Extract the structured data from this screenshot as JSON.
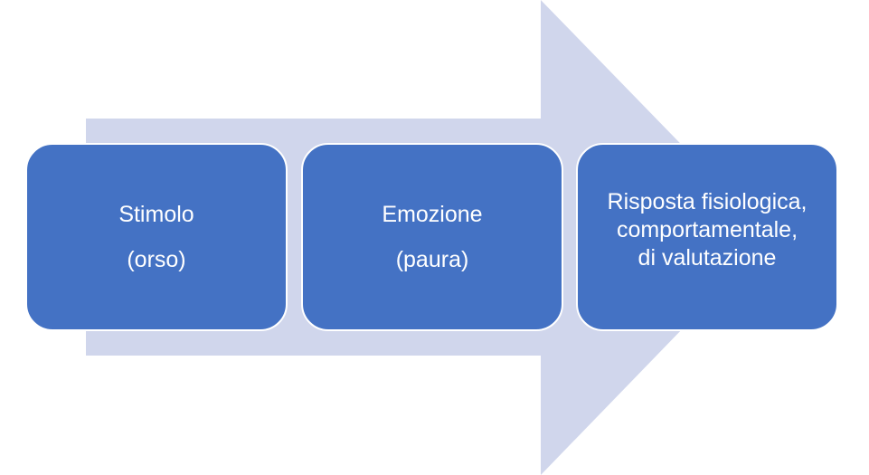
{
  "colors": {
    "arrow": "#d0d6ec",
    "box": "#4472c4",
    "text": "#ffffff"
  },
  "steps": [
    {
      "lines": [
        "Stimolo",
        "(orso)"
      ]
    },
    {
      "lines": [
        "Emozione",
        "(paura)"
      ]
    },
    {
      "lines": [
        "Risposta fisiologica,",
        "comportamentale,",
        "di valutazione"
      ]
    }
  ]
}
